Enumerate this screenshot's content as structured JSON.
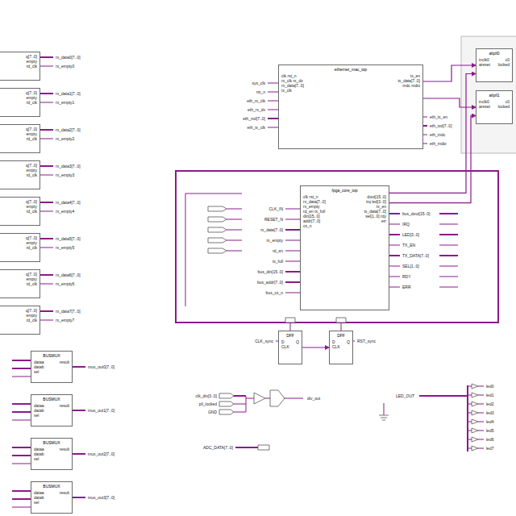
{
  "diagram": {
    "nodes": [
      {
        "text": [
          "q[7..0] empty rd_clk"
        ]
      },
      {
        "text": [
          "q[7..0] empty rd_clk"
        ]
      },
      {
        "text": [
          "q[7..0] empty rd_clk"
        ]
      },
      {
        "text": [
          "q[7..0] empty rd_clk"
        ]
      },
      {
        "text": [
          "q[7..0] empty rd_clk"
        ]
      },
      {
        "text": [
          "q[7..0] empty rd_clk"
        ]
      },
      {
        "text": [
          "q[7..0] empty rd_clk"
        ]
      },
      {
        "text": [
          "q[7..0] empty rd_clk"
        ]
      },
      {
        "text": [
          "ethernet_mac_top",
          "clk rst_n rx_clk rx_dv rx_data[7..0] tx_clk",
          "tx_en tx_data[7..0] mdc mdio"
        ]
      },
      {
        "text": [
          "altpll0",
          "inclk0 areset",
          "c0 locked"
        ]
      },
      {
        "text": [
          "altpll1",
          "inclk0 areset",
          "c0 locked"
        ]
      },
      {
        "text": [
          "fpga_core_top",
          "clk rst_n rx_data[7..0] rx_empty rd_en tx_full din[15..0] addr[7..0] cs_n",
          "dout[15..0] irq led[3..0] tx_en tx_data[7..0] sel[1..0] rdy err"
        ]
      },
      {
        "text": [
          "BUSMUX",
          "dataa datab sel",
          "result"
        ]
      },
      {
        "text": [
          "BUSMUX",
          "dataa datab sel",
          "result"
        ]
      },
      {
        "text": [
          "BUSMUX",
          "dataa datab sel",
          "result"
        ]
      },
      {
        "text": [
          "BUSMUX",
          "dataa datab sel",
          "result"
        ]
      },
      {
        "text": [
          "DFF",
          "D CLK",
          "Q"
        ]
      },
      {
        "text": [
          "DFF",
          "D CLK",
          "Q"
        ]
      }
    ],
    "edges": [
      {
        "from": 8,
        "to": 9,
        "arrow": "to"
      },
      {
        "from": 8,
        "to": 10,
        "arrow": "to"
      },
      {
        "from": 11,
        "to": 9,
        "arrow": "to"
      },
      {
        "from": 11,
        "to": 10,
        "arrow": "to"
      },
      {
        "from": 16,
        "to": 17,
        "arrow": "to"
      }
    ],
    "labels": [
      "rx_data0[7..0]",
      "rx_empty0",
      "rx_data1[7..0]",
      "rx_empty1",
      "rx_data2[7..0]",
      "rx_empty2",
      "rx_data3[7..0]",
      "rx_empty3",
      "rx_data4[7..0]",
      "rx_empty4",
      "rx_data5[7..0]",
      "rx_empty5",
      "rx_data6[7..0]",
      "rx_empty6",
      "rx_data7[7..0]",
      "rx_empty7",
      "sys_clk",
      "rst_n",
      "eth_rx_clk",
      "eth_rx_dv",
      "eth_rxd[7..0]",
      "eth_tx_clk",
      "eth_tx_en",
      "eth_txd[7..0]",
      "eth_mdc",
      "eth_mdio",
      "CLK_IN",
      "RESET_N",
      "rx_data[7..0]",
      "rx_empty",
      "rd_en",
      "tx_full",
      "bus_din[15..0]",
      "bus_addr[7..0]",
      "bus_cs_n",
      "bus_dout[15..0]",
      "IRQ",
      "LED[3..0]",
      "TX_EN",
      "TX_DATA[7..0]",
      "SEL[1..0]",
      "RDY",
      "ERR",
      "mux_out0[7..0]",
      "mux_out1[7..0]",
      "mux_out2[7..0]",
      "mux_out3[7..0]",
      "CLK_sync",
      "RST_sync",
      "clk_div[3..0]",
      "pll_locked",
      "GND",
      "div_out",
      "ADC_DATA[7..0]",
      "LED_OUT",
      "led0",
      "led1",
      "led2",
      "led3",
      "led4",
      "led5",
      "led6",
      "led7"
    ]
  }
}
